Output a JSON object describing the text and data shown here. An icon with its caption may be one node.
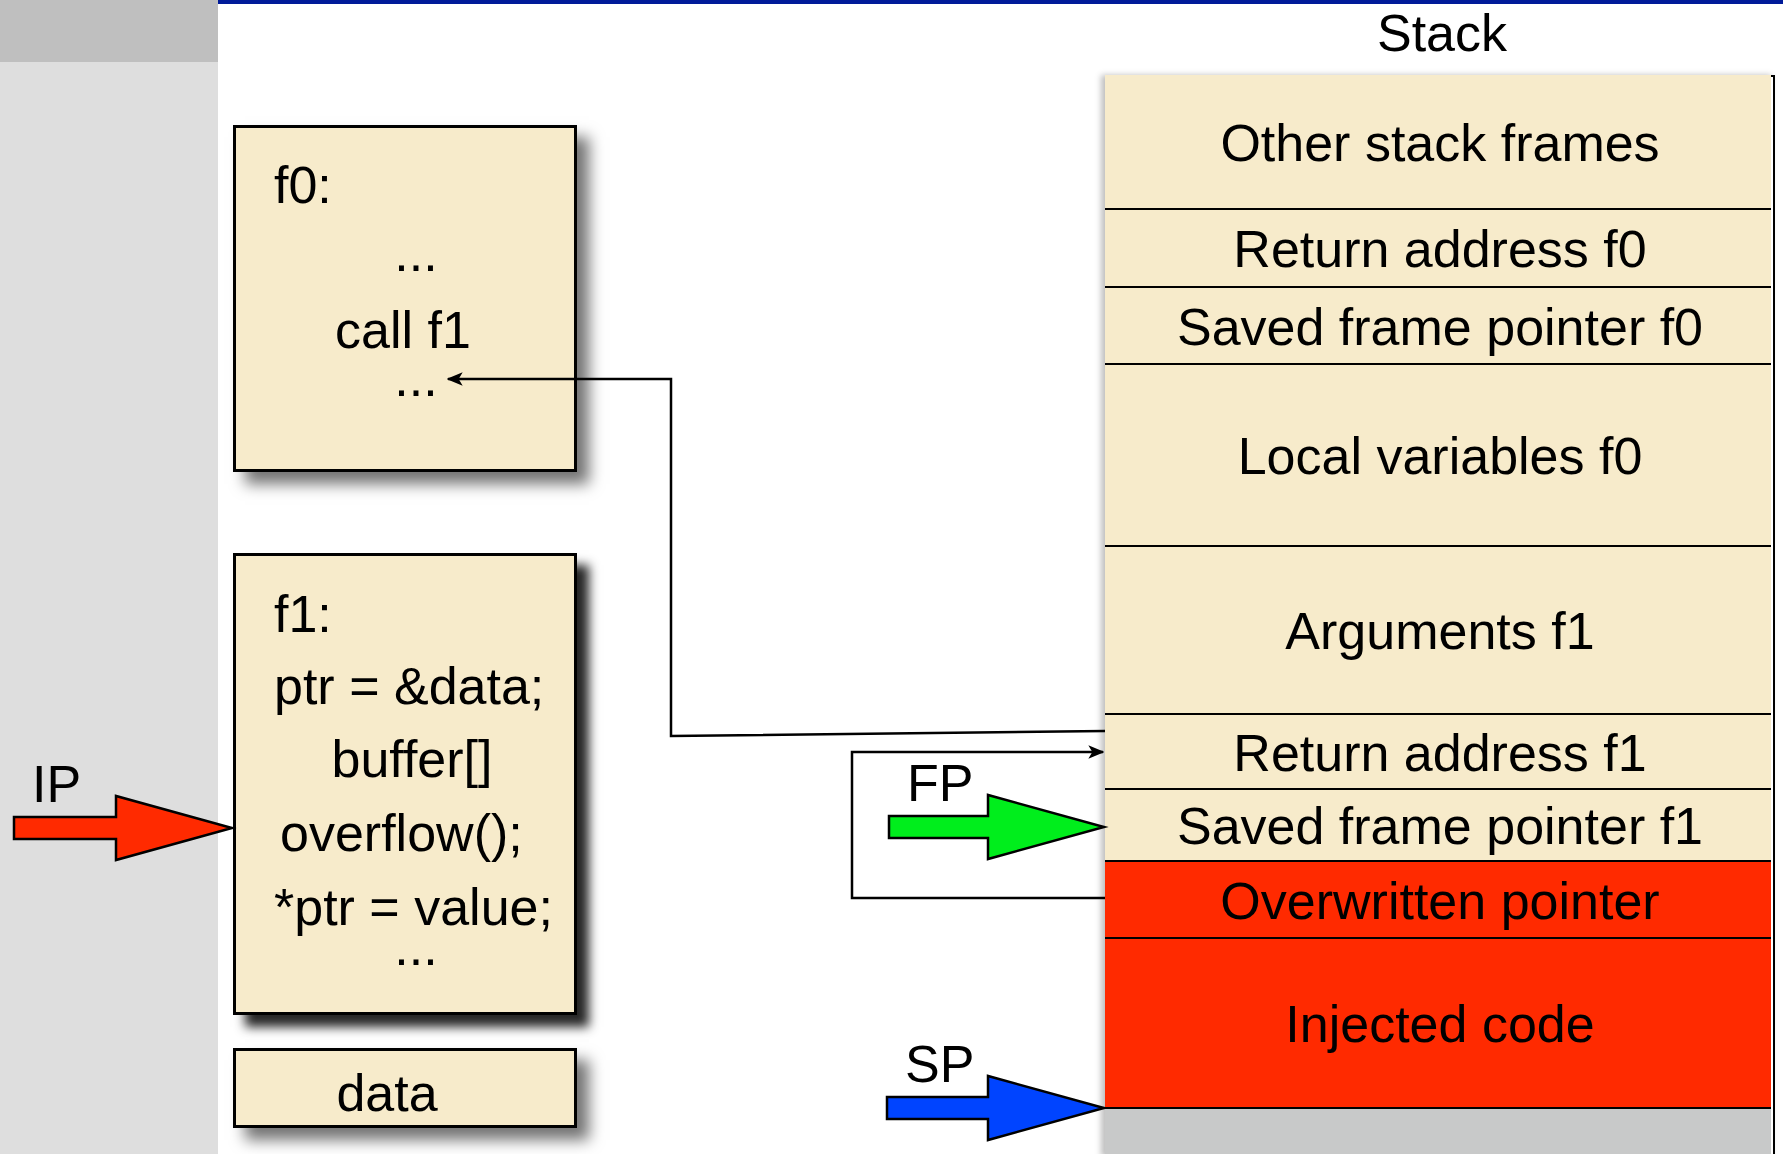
{
  "diagram": {
    "nodes": [
      {
        "text": [
          "f0:",
          "...",
          "call f1"
        ]
      },
      {
        "text": [
          "..."
        ],
        "in": 0
      },
      {
        "text": [
          "f1:",
          "ptr = &data;",
          "buffer[]",
          "overflow();",
          "*ptr = value;",
          "..."
        ]
      },
      {
        "text": [
          "data"
        ]
      },
      {
        "text": [
          "Stack"
        ]
      },
      {
        "text": [
          "Other stack frames"
        ],
        "in": 4
      },
      {
        "text": [
          "Return address f0"
        ],
        "in": 4
      },
      {
        "text": [
          "Saved frame pointer f0"
        ],
        "in": 4
      },
      {
        "text": [
          "Local variables f0"
        ],
        "in": 4
      },
      {
        "text": [
          "Arguments f1"
        ],
        "in": 4
      },
      {
        "text": [
          "Return address f1"
        ],
        "in": 4
      },
      {
        "text": [
          "Saved frame pointer f1"
        ],
        "in": 4
      },
      {
        "text": [
          "Overwritten pointer"
        ],
        "in": 4
      },
      {
        "text": [
          "Injected code"
        ],
        "in": 4
      },
      {
        "text": [],
        "shape": "box",
        "in": 4
      }
    ],
    "edges": [
      {
        "from": 10,
        "to": 1,
        "arrow": "to"
      },
      {
        "from": 12,
        "to": 10,
        "arrow": "to"
      },
      {
        "from": null,
        "to": 2,
        "arrow": "to",
        "label": "IP",
        "style": "thick",
        "color": "#ff2a00"
      },
      {
        "from": null,
        "to": 11,
        "arrow": "to",
        "label": "FP",
        "style": "thick",
        "color": "#00ee1c"
      },
      {
        "from": null,
        "to": 13,
        "arrow": "to",
        "label": "SP",
        "style": "thick",
        "color": "#0044ff"
      }
    ]
  }
}
